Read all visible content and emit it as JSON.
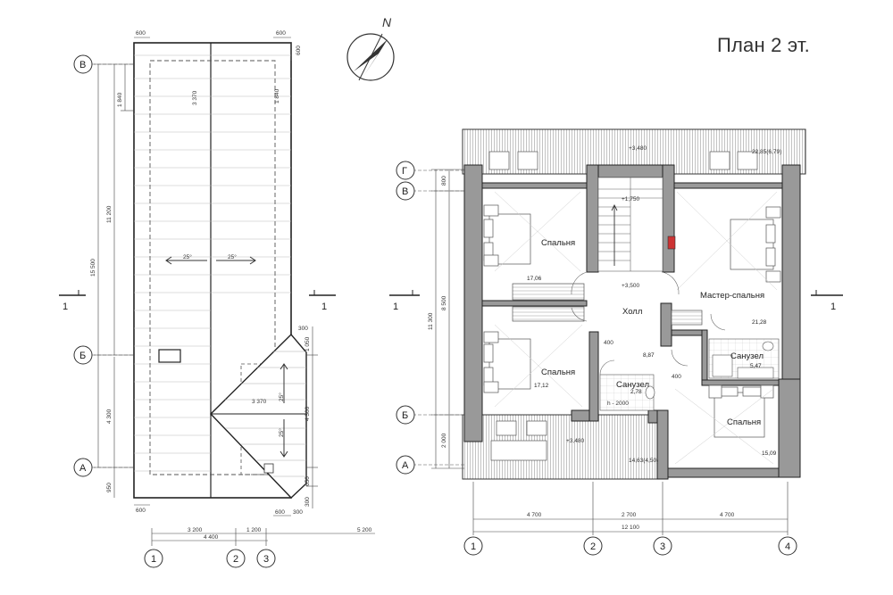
{
  "title": "План 2 эт.",
  "north": "N",
  "rooms": {
    "bedroom_nw": {
      "name": "Спальня",
      "area": "17,06"
    },
    "hall": {
      "name": "Холл",
      "area": "8,87"
    },
    "master": {
      "name": "Мастер-спальня",
      "area": "21,28"
    },
    "bedroom_sw": {
      "name": "Спальня",
      "area": "17,12"
    },
    "bath_small": {
      "name": "Санузел",
      "area": "2,78"
    },
    "bath_big": {
      "name": "Санузел",
      "area": "5,47"
    },
    "bedroom_se": {
      "name": "Спальня",
      "area": "15,09"
    }
  },
  "levels": {
    "balcony_top": "+3,480",
    "balcony_bottom": "+3,480",
    "stair": "+1,750",
    "hall": "+3,500"
  },
  "balcony_areas": {
    "top": "22,85(6,79)",
    "bottom": "14,63(4,50)"
  },
  "notes": {
    "door_height": "h - 2000"
  },
  "dims_plan": {
    "bottom": [
      "4 700",
      "2 700",
      "4 700"
    ],
    "total": "12 100",
    "left": [
      "800",
      "8 500",
      "2 000"
    ],
    "left_total": "11 300",
    "inner": [
      "400",
      "400"
    ]
  },
  "dims_roof": {
    "top": [
      "600",
      "600"
    ],
    "top_right": "600",
    "left": [
      "1 840",
      "11 200",
      "4 300",
      "15 500",
      "950"
    ],
    "bottom": [
      "3 200",
      "1 200",
      "5 200"
    ],
    "bottom2": [
      "4 400"
    ],
    "bottom_small": [
      "600",
      "600",
      "300"
    ],
    "right": [
      "300",
      "1 050",
      "4 300",
      "650",
      "300"
    ],
    "inner": [
      "3 370",
      "1 840",
      "3 370"
    ],
    "slopes": [
      "25°",
      "25°",
      "25°",
      "25°"
    ]
  },
  "axes_plan": {
    "cols": [
      "1",
      "2",
      "3",
      "4"
    ],
    "rows": [
      "Г",
      "В",
      "Б",
      "А"
    ]
  },
  "axes_roof": {
    "cols": [
      "1",
      "2",
      "3"
    ],
    "rows": [
      "В",
      "Б",
      "А"
    ]
  },
  "section": "1"
}
